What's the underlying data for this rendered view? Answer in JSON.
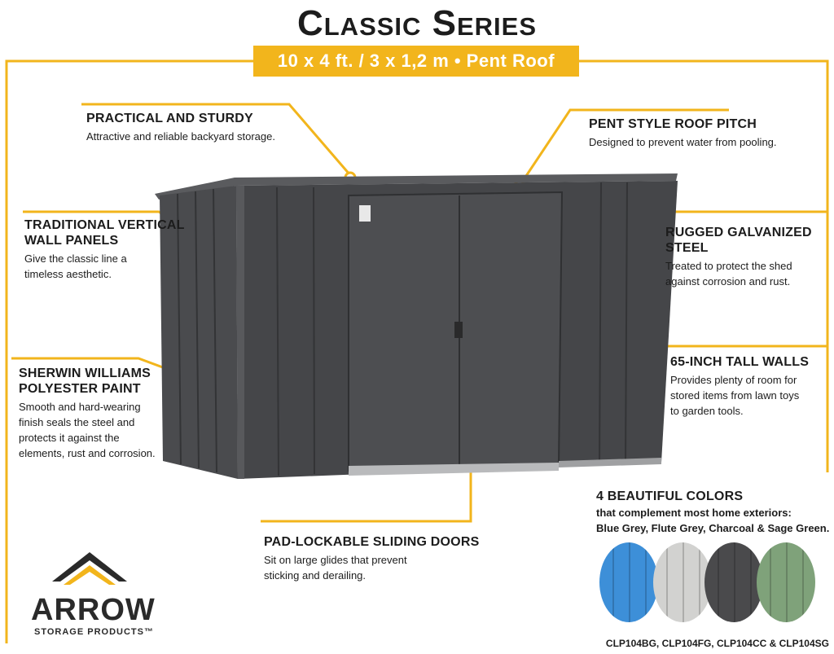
{
  "header": {
    "title": "Classic Series",
    "subtitle": "10 x 4 ft. / 3 x 1,2 m • Pent Roof"
  },
  "callouts": [
    {
      "id": "practical",
      "heading": "PRACTICAL AND STURDY",
      "lines": [
        "Attractive and reliable backyard storage."
      ]
    },
    {
      "id": "pent",
      "heading": "PENT STYLE ROOF PITCH",
      "lines": [
        "Designed to prevent water from pooling."
      ]
    },
    {
      "id": "vertical",
      "heading_lines": [
        "TRADITIONAL VERTICAL",
        "WALL PANELS"
      ],
      "lines": [
        "Give the classic line a",
        "timeless aesthetic."
      ]
    },
    {
      "id": "galvanized",
      "heading": "RUGGED GALVANIZED STEEL",
      "lines": [
        "Treated to protect the shed",
        "against corrosion and rust."
      ]
    },
    {
      "id": "walls",
      "heading": "65-INCH TALL WALLS",
      "lines": [
        "Provides plenty of room for",
        "stored items from lawn toys",
        "to garden tools."
      ]
    },
    {
      "id": "paint",
      "heading_lines": [
        "SHERWIN WILLIAMS",
        "POLYESTER PAINT"
      ],
      "lines": [
        "Smooth and hard-wearing",
        "finish seals the steel and",
        "protects it against the",
        "elements, rust and corrosion."
      ]
    },
    {
      "id": "doors",
      "heading": "PAD-LOCKABLE SLIDING DOORS",
      "lines": [
        "Sit on large glides that prevent",
        "sticking and derailing."
      ]
    }
  ],
  "colors_section": {
    "heading": "4 BEAUTIFUL COLORS",
    "line1": "that complement most home exteriors:",
    "line2": "Blue Grey, Flute Grey, Charcoal & Sage Green.",
    "swatches": [
      {
        "name": "blue-grey",
        "hex": "#3d8fd8"
      },
      {
        "name": "flute-grey",
        "hex": "#d2d2d0"
      },
      {
        "name": "charcoal",
        "hex": "#4a4a4c"
      },
      {
        "name": "sage-green",
        "hex": "#7fa27a"
      }
    ]
  },
  "logo": {
    "brand": "ARROW",
    "tagline": "STORAGE PRODUCTS™"
  },
  "models": "CLP104BG, CLP104FG, CLP104CC & CLP104SG",
  "theme": {
    "accent": "#f2b51c",
    "shed_body": "#4a4b4e",
    "shed_dark": "#3a3b3d",
    "text": "#1c1c1c"
  }
}
